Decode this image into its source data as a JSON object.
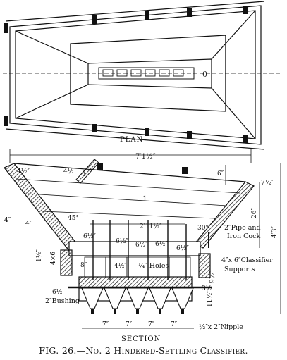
{
  "figure": {
    "plan_label": "PLAN",
    "section_label": "SECTION",
    "plan_center_mark": "0",
    "tank_compartment": "1",
    "caption_fig": "FIG. 26.",
    "caption_dash": "—",
    "caption_title": "No. 2 Hindered-Settling Classifier."
  },
  "dimensions": {
    "overall_width": "7′1½″",
    "bottom_width": "2′11½″",
    "depth_6": "6″",
    "depth_7": "7½″",
    "height_26": "26″",
    "height_4_3": "4′3″",
    "top_left_4": "4½″",
    "top_left_4b": "4½",
    "side_left_4": "4″",
    "side_left_4b": "4″",
    "angle_left": "45°",
    "angle_right": "30°",
    "spacing_1": "6½″",
    "spacing_2": "6½″",
    "spacing_3": "6½″",
    "spacing_4": "6½″",
    "spacing_5": "6½″",
    "left_14": "1½″",
    "left_4x6": "4×6",
    "left_8": "8″",
    "inner_4": "4½″",
    "bottom_left_6": "6½",
    "right_9": "9½″",
    "right_3": "3½",
    "right_11": "11½″",
    "bottom_7a": "7″",
    "bottom_7b": "7″",
    "bottom_7c": "7″",
    "bottom_7d": "7″"
  },
  "annotations": {
    "pipe_and_cock_1": "2″Pipe and",
    "pipe_and_cock_2": "Iron Cock",
    "classifier_supports_1": "4″x 6″Classifier",
    "classifier_supports_2": "Supports",
    "holes": "¼″ Holes",
    "bushing": "2″Bushing",
    "nipple": "½″x 2″Nipple"
  }
}
